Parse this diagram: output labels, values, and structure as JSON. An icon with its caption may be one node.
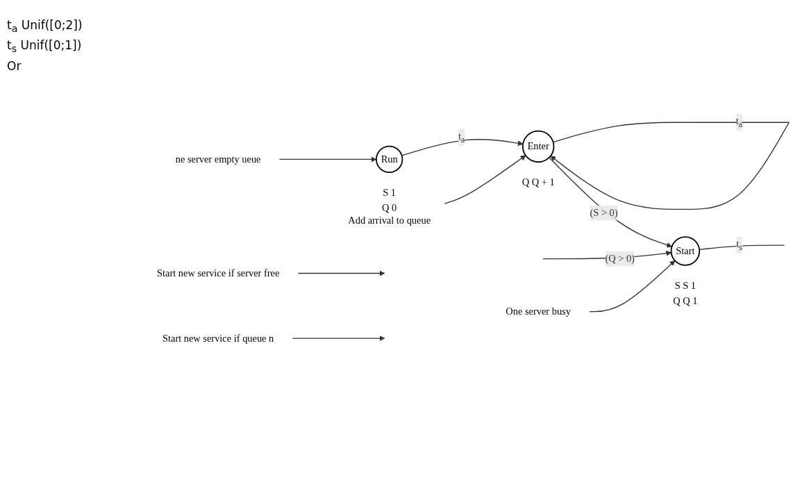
{
  "diagram": {
    "nodes": [
      {
        "text": [
          "Start new service if queue n"
        ]
      },
      {
        "text": [
          "Start new service if server free"
        ]
      },
      {
        "text": [
          "Run"
        ],
        "beside": [
          "S 1",
          "Q 0"
        ]
      },
      {
        "text": [
          "Enter"
        ],
        "beside": [
          "Q Q + 1"
        ]
      },
      {
        "text": [
          "Start"
        ],
        "beside": [
          "S S 1",
          "Q Q 1"
        ]
      },
      {
        "text": [
          "ne server empty ueue"
        ]
      },
      {
        "text": [
          "Add arrival to queue"
        ]
      },
      {
        "text": [
          "One server busy"
        ]
      }
    ],
    "edges": [
      {
        "from": 2,
        "to": 3,
        "arrow": "to",
        "label": "t$_{a}$"
      },
      {
        "from": 3,
        "to": 3,
        "arrow": "to",
        "label": "t$_{a}$"
      },
      {
        "from": 3,
        "to": 4,
        "arrow": "to",
        "label": "(S > 0)"
      },
      {
        "from": 4,
        "to": null,
        "arrow": "none",
        "label": "t$_{s}$"
      },
      {
        "from": null,
        "to": 4,
        "arrow": "to",
        "label": "(Q > 0)"
      },
      {
        "from": 1,
        "to": null,
        "arrow": "to"
      },
      {
        "from": 0,
        "to": null,
        "arrow": "to"
      },
      {
        "from": 5,
        "to": 2,
        "arrow": "to"
      },
      {
        "from": 6,
        "to": 3,
        "arrow": "to"
      },
      {
        "from": 7,
        "to": 4,
        "arrow": "to"
      }
    ],
    "labels": [
      "t$_{a}$ Unif([0;2])",
      "t$_{s}$ Unif([0;1])",
      "Or"
    ]
  }
}
